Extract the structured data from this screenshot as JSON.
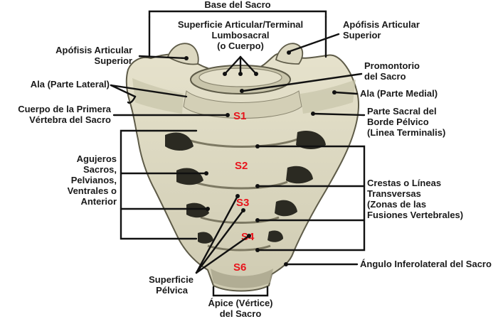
{
  "labels": {
    "base": "Base del Sacro",
    "sup_art_l1": "Superficie Articular/Terminal",
    "sup_art_l2": "Lumbosacral",
    "sup_art_l3": "(o Cuerpo)",
    "apo_r1": "Apófisis Articular",
    "apo_r2": "Superior",
    "apo_l1": "Apófisis Articular",
    "apo_l2": "Superior",
    "prom1": "Promontorio",
    "prom2": "del Sacro",
    "ala_lat": "Ala (Parte Lateral)",
    "ala_med": "Ala (Parte Medial)",
    "cuerpo1": "Cuerpo de la Primera",
    "cuerpo2": "Vértebra del Sacro",
    "parte1": "Parte Sacral del",
    "parte2": "Borde Pélvico",
    "parte3": "(Linea Terminalis)",
    "agu1": "Agujeros",
    "agu2": "Sacros,",
    "agu3": "Pelvianos,",
    "agu4": "Ventrales o",
    "agu5": "Anterior",
    "cre1": "Crestas o Líneas",
    "cre2": "Transversas",
    "cre3": "(Zonas de las",
    "cre4": "Fusiones Vertebrales)",
    "angulo": "Ángulo Inferolateral del Sacro",
    "sup_pel1": "Superficie",
    "sup_pel2": "Pélvica",
    "apice1": "Ápice (Vértice)",
    "apice2": "del Sacro"
  },
  "segments": {
    "s1": "S1",
    "s2": "S2",
    "s3": "S3",
    "s4": "S4",
    "s6": "S6"
  },
  "colors": {
    "bone": "#d9d5bf",
    "bone_shadow": "#a9a58c",
    "bone_dark": "#6d6a55",
    "cavity": "#2b2a22",
    "segment_text": "#e8141c",
    "line": "#111111"
  }
}
